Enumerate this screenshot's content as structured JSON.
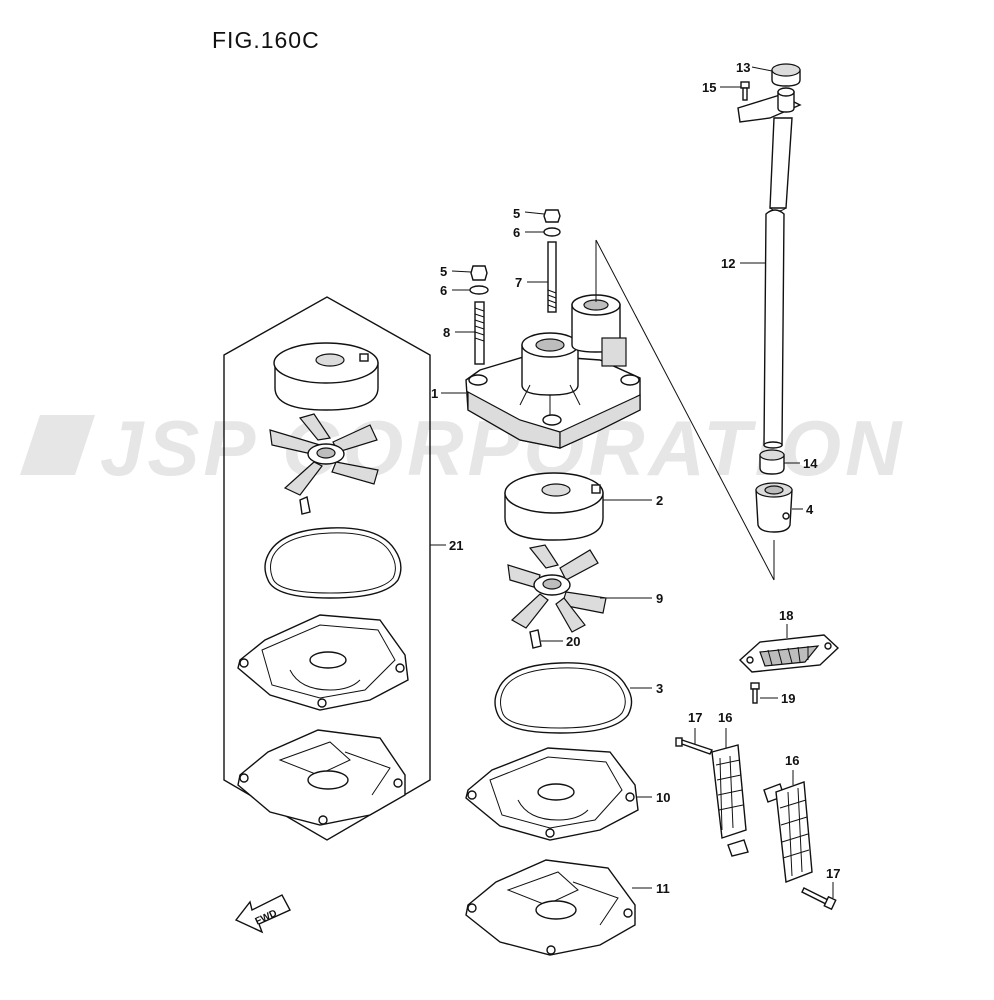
{
  "figure": {
    "title": "FIG.160C",
    "watermark": "JSP CORPORATION",
    "fwd_label": "FWD"
  },
  "callouts": {
    "c1": "1",
    "c2": "2",
    "c3": "3",
    "c4": "4",
    "c5a": "5",
    "c5b": "5",
    "c6a": "6",
    "c6b": "6",
    "c7": "7",
    "c8": "8",
    "c9": "9",
    "c10": "10",
    "c11": "11",
    "c12": "12",
    "c13": "13",
    "c14": "14",
    "c15": "15",
    "c16a": "16",
    "c16b": "16",
    "c17a": "17",
    "c17b": "17",
    "c18": "18",
    "c19": "19",
    "c20": "20",
    "c21": "21"
  }
}
